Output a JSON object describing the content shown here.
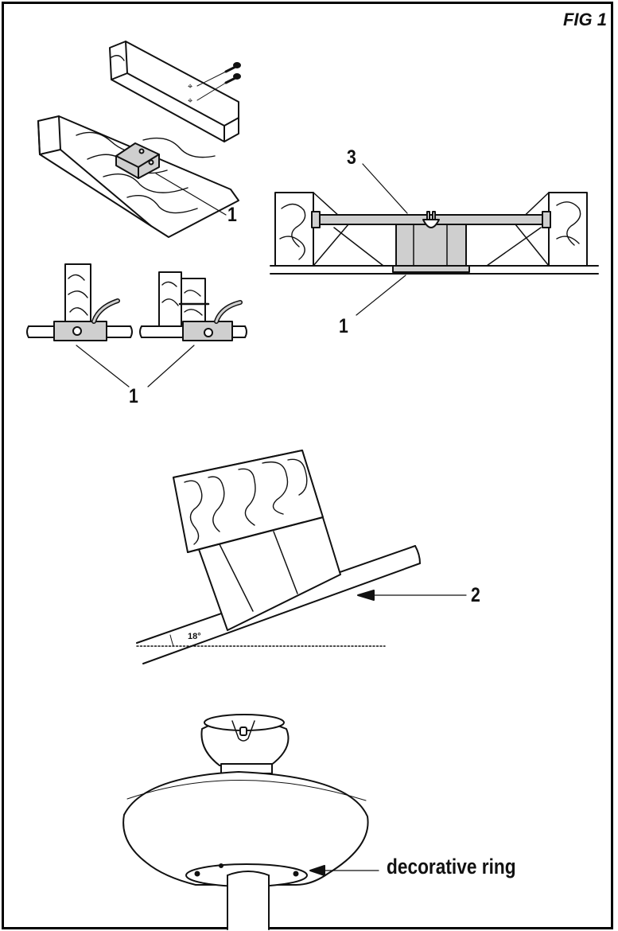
{
  "figure": {
    "title": "FIG 1"
  },
  "callouts": {
    "joist_box": "1",
    "side_view_box": "1",
    "crossbar_box": "1",
    "slope_block": "2",
    "hanger_bar": "3"
  },
  "angle": {
    "label": "18°"
  },
  "canopy": {
    "ring_label": "decorative ring"
  },
  "colors": {
    "box_fill": "#cfcfcf",
    "line": "#111111"
  }
}
